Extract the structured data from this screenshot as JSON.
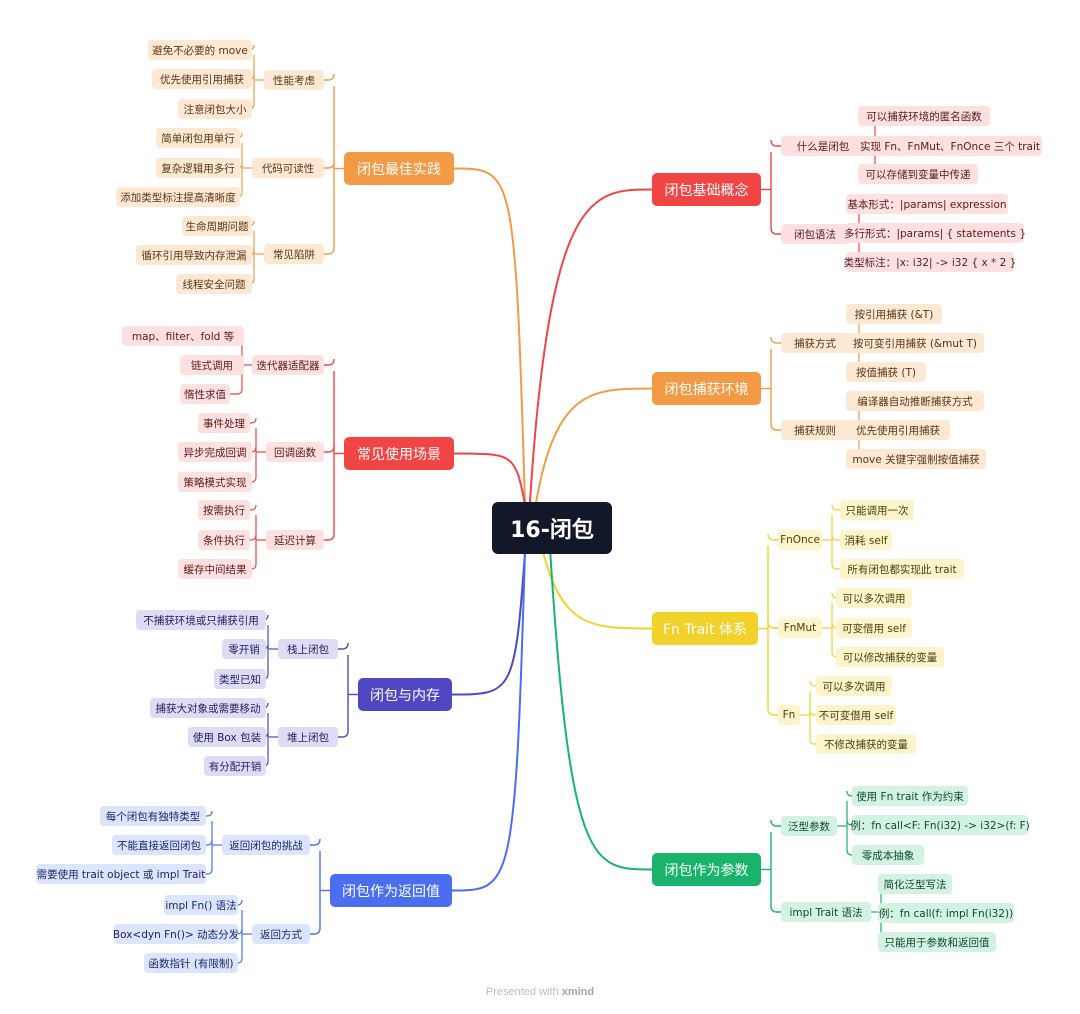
{
  "center": {
    "label": "16-闭包"
  },
  "branches": [
    {
      "id": "basic",
      "label": "闭包基础概念",
      "color": "#f14444",
      "light": "#fde0e0",
      "text": "#5b1a1a",
      "children": [
        {
          "label": "什么是闭包",
          "leaves": [
            "可以捕获环境的匿名函数",
            "实现 Fn、FnMut、FnOnce 三个 trait",
            "可以存储到变量中传递"
          ]
        },
        {
          "label": "闭包语法",
          "leaves": [
            "基本形式：|params| expression",
            "多行形式：|params| { statements }",
            "类型标注：|x: i32| -> i32 { x * 2 }"
          ]
        }
      ]
    },
    {
      "id": "capture",
      "label": "闭包捕获环境",
      "color": "#f39a45",
      "light": "#fde8d4",
      "text": "#5a3514",
      "children": [
        {
          "label": "捕获方式",
          "leaves": [
            "按引用捕获 (&T)",
            "按可变引用捕获 (&mut T)",
            "按值捕获 (T)"
          ]
        },
        {
          "label": "捕获规则",
          "leaves": [
            "编译器自动推断捕获方式",
            "优先使用引用捕获",
            "move 关键字强制按值捕获"
          ]
        }
      ]
    },
    {
      "id": "fntrait",
      "label": "Fn Trait 体系",
      "color": "#f1d12a",
      "light": "#fdf4cc",
      "text": "#4a3d08",
      "children": [
        {
          "label": "FnOnce",
          "leaves": [
            "只能调用一次",
            "消耗 self",
            "所有闭包都实现此 trait"
          ]
        },
        {
          "label": "FnMut",
          "leaves": [
            "可以多次调用",
            "可变借用 self",
            "可以修改捕获的变量"
          ]
        },
        {
          "label": "Fn",
          "leaves": [
            "可以多次调用",
            "不可变借用 self",
            "不修改捕获的变量"
          ]
        }
      ]
    },
    {
      "id": "param",
      "label": "闭包作为参数",
      "color": "#18b46c",
      "light": "#d3f2e3",
      "text": "#0e4a2e",
      "children": [
        {
          "label": "泛型参数",
          "leaves": [
            "使用 Fn trait 作为约束",
            "例：fn call<F: Fn(i32) -> i32>(f: F)",
            "零成本抽象"
          ]
        },
        {
          "label": "impl Trait 语法",
          "leaves": [
            "简化泛型写法",
            "例：fn call(f: impl Fn(i32))",
            "只能用于参数和返回值"
          ]
        }
      ]
    },
    {
      "id": "best",
      "label": "闭包最佳实践",
      "color": "#f39a45",
      "light": "#fde8d4",
      "text": "#5a3514",
      "children": [
        {
          "label": "性能考虑",
          "leaves": [
            "避免不必要的 move",
            "优先使用引用捕获",
            "注意闭包大小"
          ]
        },
        {
          "label": "代码可读性",
          "leaves": [
            "简单闭包用单行",
            "复杂逻辑用多行",
            "添加类型标注提高清晰度"
          ]
        },
        {
          "label": "常见陷阱",
          "leaves": [
            "生命周期问题",
            "循环引用导致内存泄漏",
            "线程安全问题"
          ]
        }
      ]
    },
    {
      "id": "usage",
      "label": "常见使用场景",
      "color": "#f14444",
      "light": "#fde0e0",
      "text": "#5b1a1a",
      "children": [
        {
          "label": "迭代器适配器",
          "leaves": [
            "map、filter、fold 等",
            "链式调用",
            "惰性求值"
          ]
        },
        {
          "label": "回调函数",
          "leaves": [
            "事件处理",
            "异步完成回调",
            "策略模式实现"
          ]
        },
        {
          "label": "延迟计算",
          "leaves": [
            "按需执行",
            "条件执行",
            "缓存中间结果"
          ]
        }
      ]
    },
    {
      "id": "memory",
      "label": "闭包与内存",
      "color": "#4f48c2",
      "light": "#dedcf5",
      "text": "#221d5c",
      "children": [
        {
          "label": "栈上闭包",
          "leaves": [
            "不捕获环境或只捕获引用",
            "零开销",
            "类型已知"
          ]
        },
        {
          "label": "堆上闭包",
          "leaves": [
            "捕获大对象或需要移动",
            "使用 Box 包装",
            "有分配开销"
          ]
        }
      ]
    },
    {
      "id": "ret",
      "label": "闭包作为返回值",
      "color": "#4b6ef0",
      "light": "#dde4fd",
      "text": "#17266b",
      "children": [
        {
          "label": "返回闭包的挑战",
          "leaves": [
            "每个闭包有独特类型",
            "不能直接返回闭包",
            "需要使用 trait object 或 impl Trait"
          ]
        },
        {
          "label": "返回方式",
          "leaves": [
            "impl Fn() 语法",
            "Box<dyn Fn()> 动态分发",
            "函数指针 (有限制)"
          ]
        }
      ]
    }
  ],
  "footer": {
    "prefix": "Presented with ",
    "brand": "xmind"
  }
}
